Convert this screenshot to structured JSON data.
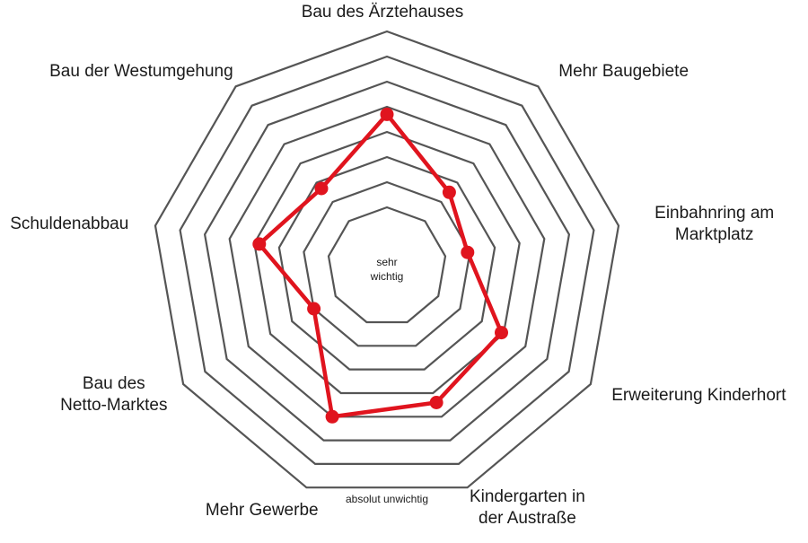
{
  "chart_data": {
    "type": "radar",
    "axes": [
      "Bau des Ärztehauses",
      "Mehr Baugebiete",
      "Einbahnring am Marktplatz",
      "Erweiterung Kinderhort",
      "Kindergarten in der Austraße",
      "Mehr Gewerbe",
      "Bau des Netto-Marktes",
      "Schuldenabbau",
      "Bau der Westumgehung"
    ],
    "axis_label_lines": [
      [
        "Bau des Ärztehauses"
      ],
      [
        "Mehr Baugebiete"
      ],
      [
        "Einbahnring am",
        "Marktplatz"
      ],
      [
        "Erweiterung Kinderhort"
      ],
      [
        "Kindergarten in",
        "der Austraße"
      ],
      [
        "Mehr Gewerbe"
      ],
      [
        "Bau des",
        "Netto-Marktes"
      ],
      [
        "Schuldenabbau"
      ],
      [
        "Bau der Westumgehung"
      ]
    ],
    "scale": {
      "center_label": [
        "sehr",
        "wichtig"
      ],
      "outer_label": "absolut unwichtig",
      "rings": 8,
      "range": [
        1,
        8
      ]
    },
    "series": [
      {
        "values": [
          4.3,
          6.5,
          7.1,
          5.1,
          4.6,
          4.0,
          7.0,
          5.2,
          6.3
        ],
        "color": "#e0141e"
      }
    ]
  }
}
